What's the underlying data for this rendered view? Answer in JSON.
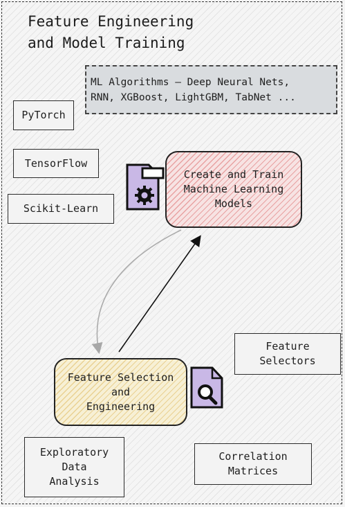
{
  "title": "Feature Engineering\nand Model Training",
  "algorithms": "ML Algorithms – Deep Neural Nets,\nRNN, XGBoost, LightGBM, TabNet ...",
  "libraries": [
    "PyTorch",
    "TensorFlow",
    "Scikit-Learn"
  ],
  "model_box": "Create and Train\nMachine Learning\nModels",
  "feature_box": "Feature Selection\nand\nEngineering",
  "feature_selectors": "Feature\nSelectors",
  "eda": "Exploratory\nData\nAnalysis",
  "correlation": "Correlation\nMatrices",
  "colors": {
    "model_fill": "#f7e3e3",
    "feature_fill": "#f7f0d5",
    "icon_purple": "#c9b8e6",
    "algo_fill": "#d9dcdf"
  },
  "icons": [
    "gear-document-icon",
    "magnifier-document-icon"
  ]
}
